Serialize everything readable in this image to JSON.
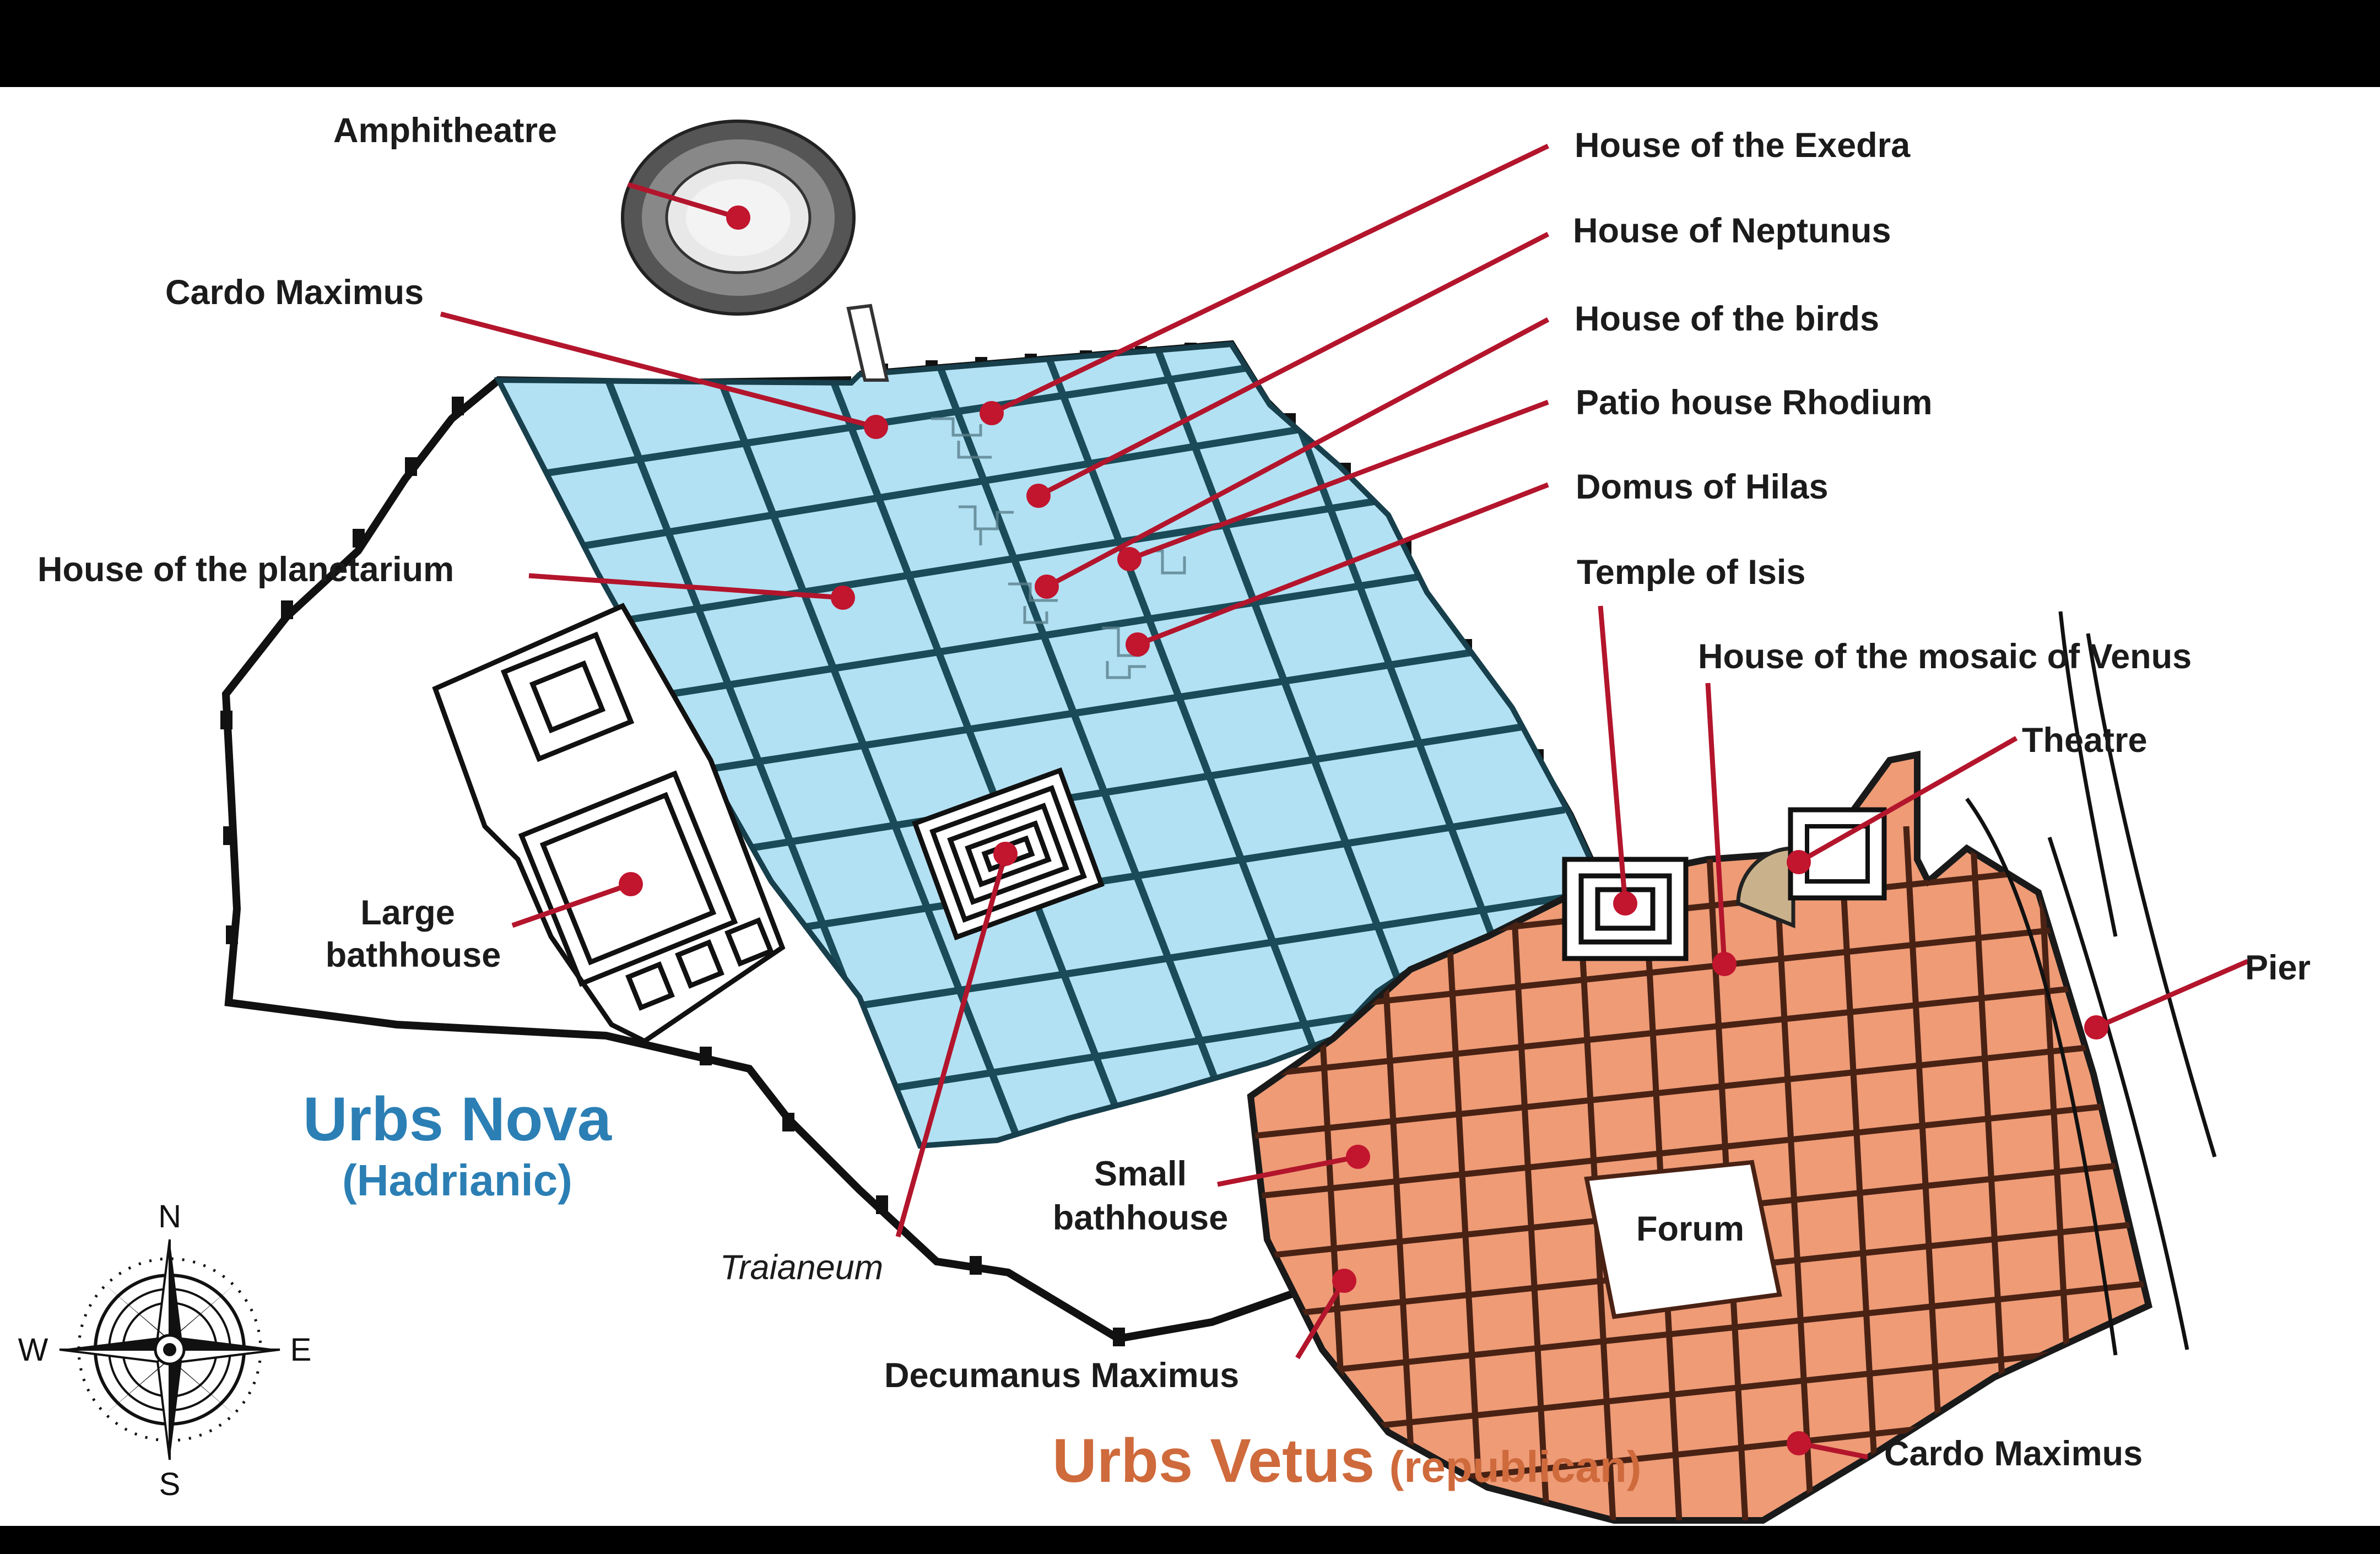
{
  "map": {
    "labels": {
      "amphitheatre": "Amphitheatre",
      "cardo_maximus_north": "Cardo Maximus",
      "house_exedra": "House of the Exedra",
      "house_neptunus": "House of Neptunus",
      "house_birds": "House of the birds",
      "patio_rhodium": "Patio house Rhodium",
      "domus_hilas": "Domus of Hilas",
      "temple_isis": "Temple of Isis",
      "house_mosaic_venus": "House of the mosaic of Venus",
      "theatre": "Theatre",
      "pier": "Pier",
      "house_planetarium": "House of the planetarium",
      "large_bathhouse_line1": "Large",
      "large_bathhouse_line2": "bathhouse",
      "traianeum": "Traianeum",
      "small_bathhouse_line1": "Small",
      "small_bathhouse_line2": "bathhouse",
      "forum": "Forum",
      "decumanus_maximus": "Decumanus Maximus",
      "cardo_maximus_south": "Cardo Maximus"
    },
    "districts": {
      "nova_name": "Urbs Nova",
      "nova_period": "(Hadrianic)",
      "vetus_name": "Urbs Vetus",
      "vetus_period": "(republican)"
    },
    "compass": {
      "n": "N",
      "s": "S",
      "e": "E",
      "w": "W"
    },
    "colors": {
      "urbs_nova_fill": "#b2e1f3",
      "urbs_vetus_fill": "#ee9b76",
      "leader_line": "#b3152c",
      "nova_text": "#2b7fb4",
      "vetus_text": "#cf6a3c",
      "frame": "#000000",
      "background": "#ffffff"
    }
  }
}
